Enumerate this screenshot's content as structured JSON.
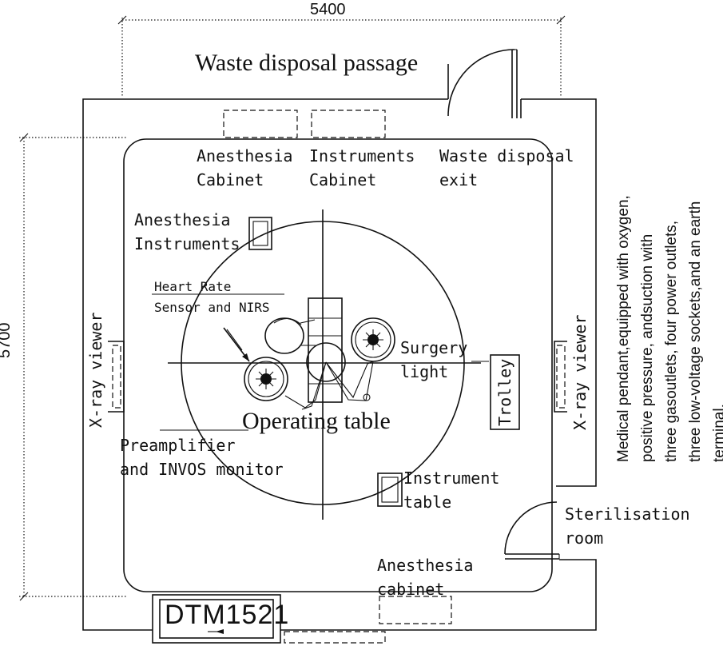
{
  "dimensions": {
    "width_label": "5400",
    "height_label": "5700"
  },
  "rooms": {
    "waste_passage": "Waste disposal passage",
    "sterilisation_room": [
      "Sterilisation",
      "room"
    ]
  },
  "labels": {
    "anesthesia_cabinet_top": [
      "Anesthesia",
      "Cabinet"
    ],
    "instruments_cabinet": [
      "Instruments",
      "Cabinet"
    ],
    "waste_exit": [
      "Waste disposal",
      "exit"
    ],
    "anesthesia_instruments": [
      "Anesthesia",
      "Instruments"
    ],
    "heart_rate": [
      "Heart Rate",
      "Sensor and NIRS"
    ],
    "xray_left": "X-ray viewer",
    "xray_right": "X-ray viewer",
    "surgery_light": [
      "Surgery",
      "light"
    ],
    "trolley": "Trolley",
    "operating_table": "Operating table",
    "preamplifier": [
      "Preamplifier",
      "and INVOS monitor"
    ],
    "instrument_table": [
      "Instrument",
      "table"
    ],
    "anesthesia_cabinet_bottom": [
      "Anesthesia",
      "cabinet"
    ],
    "equipment_tag": "DTM1521"
  },
  "note": [
    "Medical pendant,equipped with oxygen,",
    "positive pressure, andsuction with",
    "three gasoutlets,  four power outlets,",
    "three low-voltage sockets,and an earth",
    "terminal."
  ]
}
